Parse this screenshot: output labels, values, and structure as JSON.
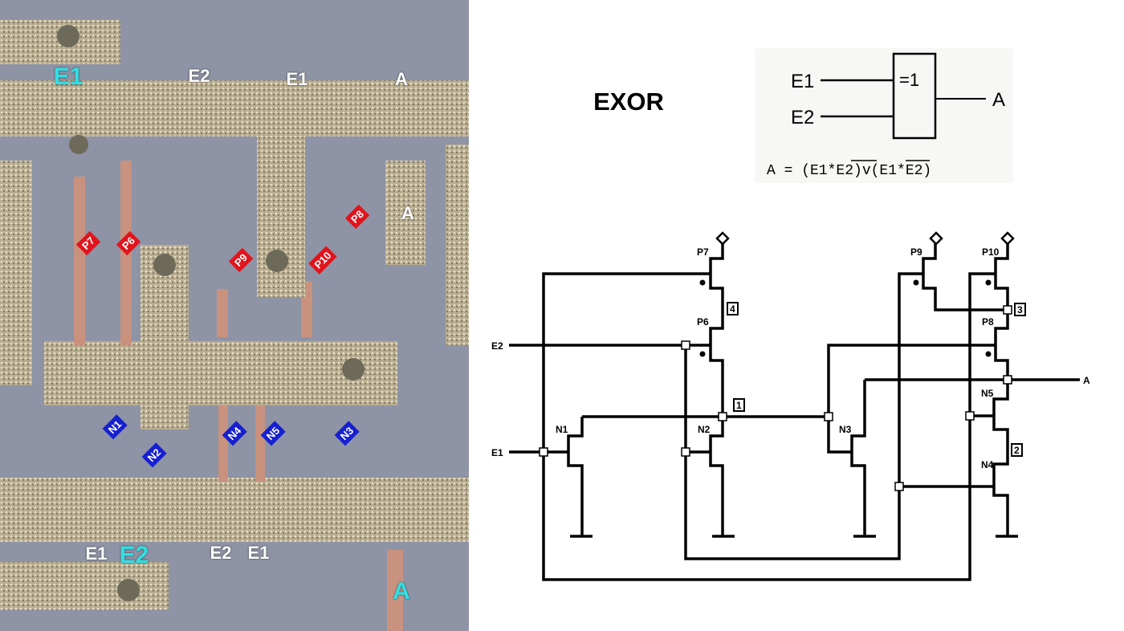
{
  "die_photo": {
    "labels_top": [
      "E1",
      "E2",
      "E1",
      "A"
    ],
    "label_a_pad": "A",
    "labels_bottom": [
      "E1",
      "E2",
      "E2",
      "E1",
      "A"
    ],
    "p_arrows": [
      "P7",
      "P6",
      "P9",
      "P10",
      "P8"
    ],
    "n_arrows": [
      "N1",
      "N2",
      "N4",
      "N5",
      "N3"
    ]
  },
  "title": "EXOR",
  "gate_symbol": {
    "in1": "E1",
    "in2": "E2",
    "symbol": "=1",
    "out": "A",
    "formula": "A = (E1*E2)v(E1*E2)"
  },
  "schematic": {
    "inputs": [
      "E1",
      "E2"
    ],
    "output": "A",
    "transistors": [
      "P7",
      "P6",
      "P9",
      "P10",
      "P8",
      "N1",
      "N2",
      "N3",
      "N5",
      "N4"
    ],
    "nodes": [
      "1",
      "2",
      "3",
      "4"
    ]
  }
}
